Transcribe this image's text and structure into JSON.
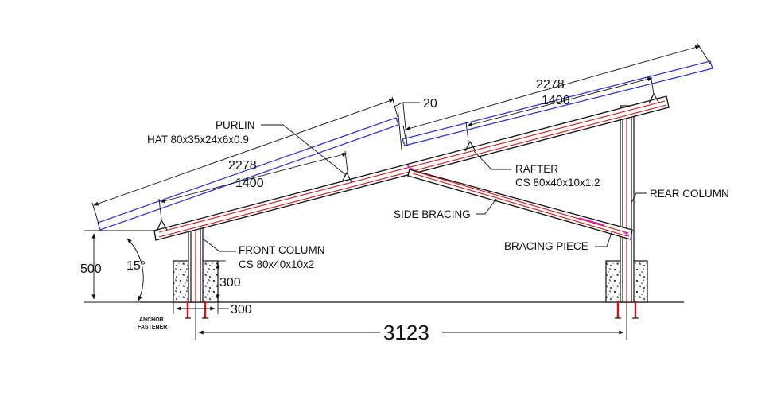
{
  "labels": {
    "purlin": "PURLIN",
    "purlin_spec": "HAT 80x35x24x6x0.9",
    "rafter": "RAFTER",
    "rafter_spec": "CS 80x40x10x1.2",
    "rear_column": "REAR  COLUMN",
    "side_bracing": "SIDE BRACING",
    "bracing_piece": "BRACING PIECE",
    "front_column": "FRONT COLUMN",
    "front_column_spec": "CS 80x40x10x2",
    "anchor_line1": "ANCHOR",
    "anchor_line2": "FASTENER"
  },
  "dimensions": {
    "panel_length_left": "2278",
    "purlin_spacing_left": "1400",
    "panel_length_right": "2278",
    "purlin_spacing_right": "1400",
    "panel_gap": "20",
    "front_height": "500",
    "tilt_angle": "15°",
    "footing_height": "300",
    "footing_width": "300",
    "column_span": "3123"
  },
  "colors": {
    "panel": "#2a2ad8",
    "member_centerline": "#d21414",
    "connection": "#e01ee0",
    "outline": "#111111"
  }
}
